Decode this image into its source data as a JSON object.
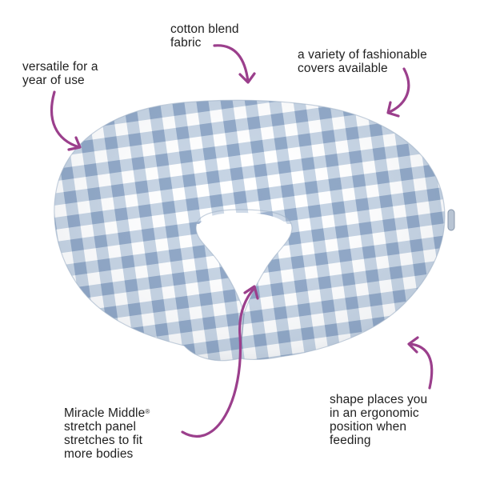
{
  "callouts": {
    "fabric": [
      "cotton blend",
      "fabric"
    ],
    "covers": [
      "a variety of fashionable",
      "covers available"
    ],
    "versatile": [
      "versatile for a",
      "year of use"
    ],
    "middle": {
      "line1": "Miracle Middle",
      "trademark": "®",
      "line2": "stretch panel",
      "line3": "stretches to fit",
      "line4": "more bodies"
    },
    "shape": [
      "shape places you",
      "in an ergonomic",
      "position when",
      "feeding"
    ]
  },
  "colors": {
    "accent_arrow": "#9b3f8c",
    "gingham_light": "#c3d1e2",
    "gingham_dark": "#8ea6c6",
    "background": "#ffffff"
  }
}
